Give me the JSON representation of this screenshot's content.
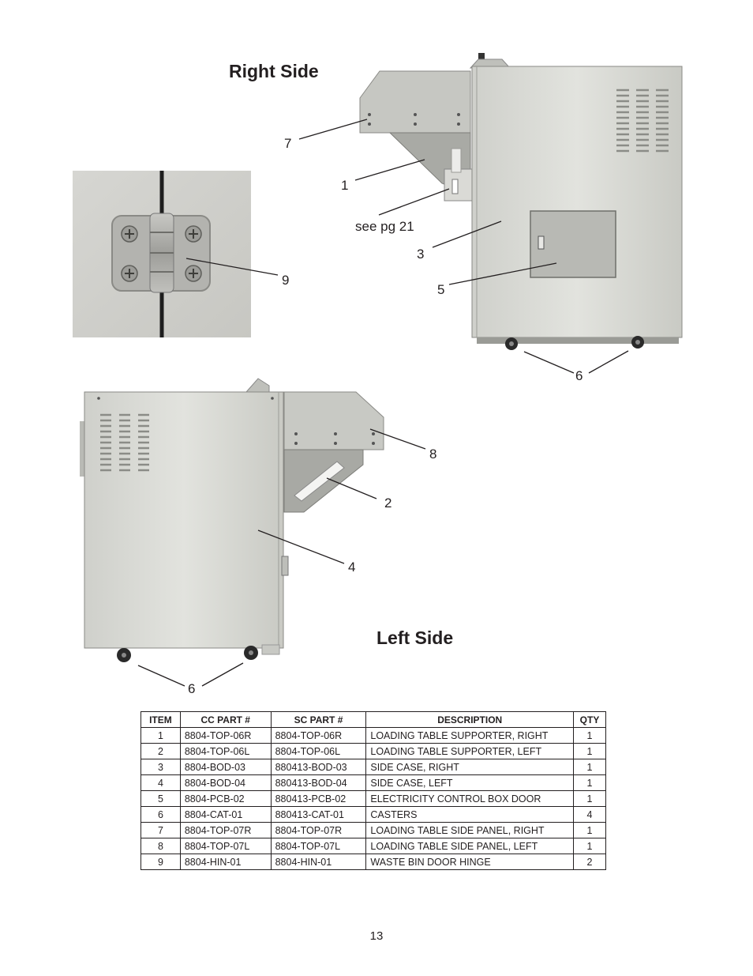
{
  "headings": {
    "right_side": "Right Side",
    "left_side": "Left Side"
  },
  "callouts": {
    "right": {
      "c7": "7",
      "c1": "1",
      "see": "see pg 21",
      "c3": "3",
      "c5": "5",
      "c6": "6",
      "c9": "9"
    },
    "left": {
      "c8": "8",
      "c2": "2",
      "c4": "4",
      "c6": "6"
    }
  },
  "table": {
    "headers": [
      "ITEM",
      "CC PART #",
      "SC PART #",
      "DESCRIPTION",
      "QTY"
    ],
    "rows": [
      [
        "1",
        "8804-TOP-06R",
        "8804-TOP-06R",
        "LOADING TABLE SUPPORTER, RIGHT",
        "1"
      ],
      [
        "2",
        "8804-TOP-06L",
        "8804-TOP-06L",
        "LOADING TABLE SUPPORTER, LEFT",
        "1"
      ],
      [
        "3",
        "8804-BOD-03",
        "880413-BOD-03",
        "SIDE CASE, RIGHT",
        "1"
      ],
      [
        "4",
        "8804-BOD-04",
        "880413-BOD-04",
        "SIDE CASE, LEFT",
        "1"
      ],
      [
        "5",
        "8804-PCB-02",
        "880413-PCB-02",
        "ELECTRICITY CONTROL BOX DOOR",
        "1"
      ],
      [
        "6",
        "8804-CAT-01",
        "880413-CAT-01",
        "CASTERS",
        "4"
      ],
      [
        "7",
        "8804-TOP-07R",
        "8804-TOP-07R",
        "LOADING TABLE SIDE PANEL, RIGHT",
        "1"
      ],
      [
        "8",
        "8804-TOP-07L",
        "8804-TOP-07L",
        "LOADING TABLE SIDE PANEL, LEFT",
        "1"
      ],
      [
        "9",
        "8804-HIN-01",
        "8804-HIN-01",
        "WASTE BIN DOOR HINGE",
        "2"
      ]
    ]
  },
  "page_number": "13"
}
